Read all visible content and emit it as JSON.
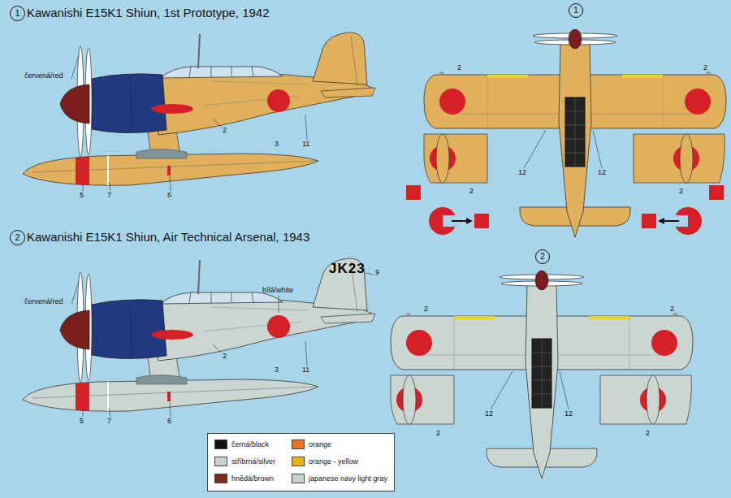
{
  "diagram": {
    "labels": [
      "1",
      "Kawanishi E15K1 Shiun, 1st Prototype, 1942",
      "červená/red",
      "2",
      "3",
      "11",
      "5",
      "7",
      "6",
      "1",
      "2",
      "2",
      "12",
      "12",
      "2",
      "2",
      "2",
      "Kawanishi E15K1 Shiun, Air Technical Arsenal, 1943",
      "červená/red",
      "bílá/white",
      "JK23",
      "9",
      "2",
      "3",
      "11",
      "5",
      "7",
      "6",
      "2",
      "2",
      "2",
      "12",
      "12",
      "2",
      "2"
    ],
    "legend": [
      {
        "text": "černá/black",
        "color": "#111111"
      },
      {
        "text": "stříbrná/silver",
        "color": "#c9d1d6"
      },
      {
        "text": "hnědá/brown",
        "color": "#7a2b22"
      },
      {
        "text": "orange",
        "color": "#e8741e"
      },
      {
        "text": "orange - yellow",
        "color": "#e8b418"
      },
      {
        "text": "japanese navy light gray",
        "color": "#c6d3cb"
      }
    ]
  }
}
